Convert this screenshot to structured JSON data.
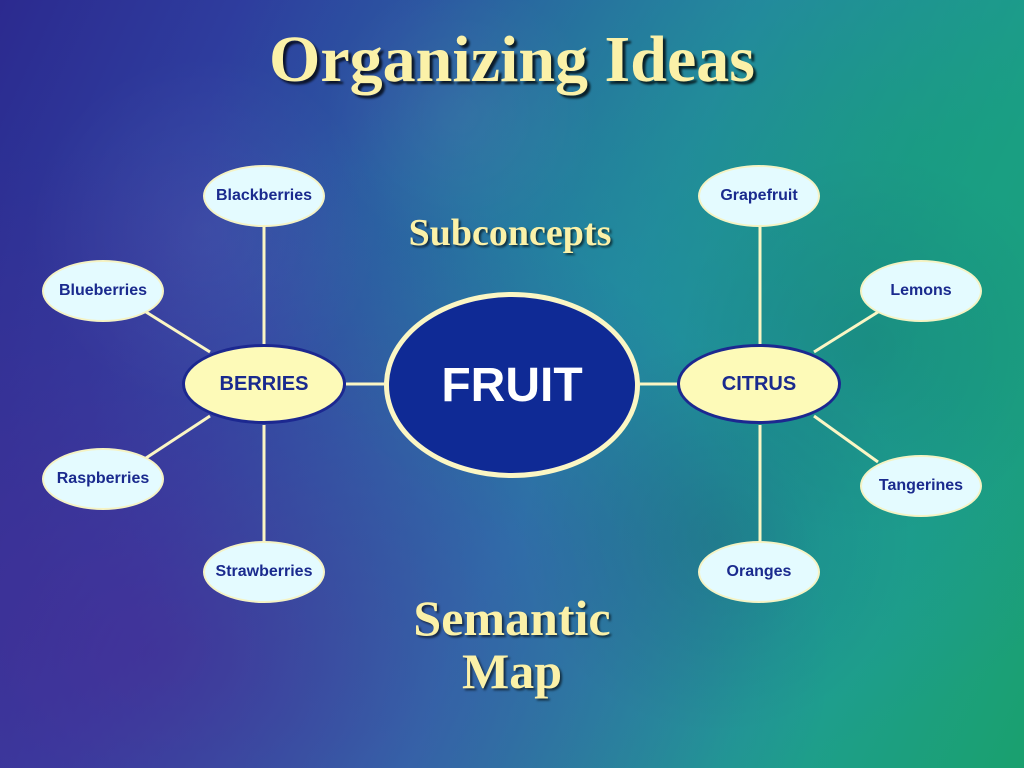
{
  "slide": {
    "title": "Organizing Ideas",
    "subconcepts_label": "Subconcepts",
    "semantic_map_line1": "Semantic",
    "semantic_map_line2": "Map"
  },
  "colors": {
    "title_text": "#fbf1a8",
    "leaf_fill": "#e4fbff",
    "mid_fill": "#fdfab8",
    "center_fill": "#0f2a95",
    "node_text": "#1a2a8e",
    "connector": "#fbf6c4"
  },
  "map": {
    "center": "FRUIT",
    "left_group": {
      "label": "BERRIES",
      "items": [
        "Blackberries",
        "Blueberries",
        "Raspberries",
        "Strawberries"
      ]
    },
    "right_group": {
      "label": "CITRUS",
      "items": [
        "Grapefruit",
        "Lemons",
        "Tangerines",
        "Oranges"
      ]
    }
  }
}
